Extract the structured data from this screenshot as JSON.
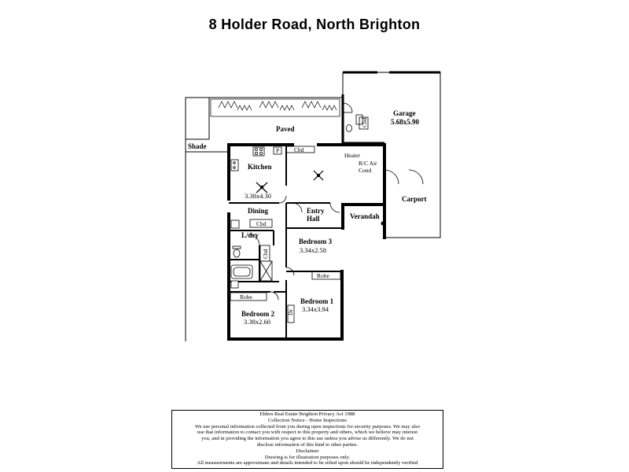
{
  "title": "8 Holder Road, North Brighton",
  "rooms": {
    "garage_name": "Garage",
    "garage_dims": "5.68x5.90",
    "carport": "Carport",
    "paved": "Paved",
    "shade": "Shade",
    "kitchen": "Kitchen",
    "kitchen_dims": "3.38x4.30",
    "dining": "Dining",
    "heater": "Heater",
    "rc_air_1": "R/C Air",
    "rc_air_2": "Cond",
    "entry_1": "Entry",
    "entry_2": "Hall",
    "verandah": "Verandah",
    "laundry": "L/dry",
    "bedroom3_name": "Bedroom 3",
    "bedroom3_dims": "3.34x2.58",
    "bedroom1_name": "Bedroom 1",
    "bedroom1_dims": "3.34x3.94",
    "bedroom2_name": "Bedroom 2",
    "bedroom2_dims": "3.38x2.60",
    "robe": "Robe",
    "cbd": "Cbd",
    "p": "P",
    "dr": "Dr"
  },
  "notice": {
    "header": "Elders Real Estate Brighton Privacy Act 1988",
    "subheader": "Collection Notice - Home Inspections",
    "line1": "We use personal information collected from you during open inspections for security purposes.  We may also",
    "line2": "use that information to contact you with respect to this property and others, which we believe may interest",
    "line3": "you, and in providing the information you agree to this use unless you advise us differently.  We do not",
    "line4": "disclose information of this kind to other parties.",
    "disclaimer_title": "Disclaimer",
    "disclaimer_1": "Drawing is for illustration purposes only.",
    "disclaimer_2": "All measurements are approximate and details intended to be relied upon should be independently verified"
  }
}
